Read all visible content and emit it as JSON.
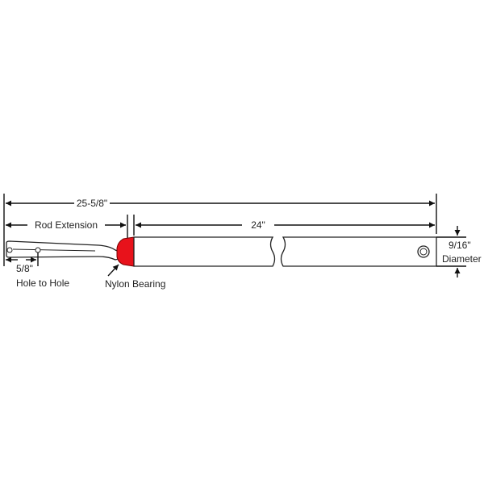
{
  "labels": {
    "overall_length": "25-5/8\"",
    "rod_extension": "Rod Extension",
    "tube_length": "24\"",
    "diameter_value": "9/16\"",
    "diameter_word": "Diameter",
    "hole_spacing": "5/8\"",
    "hole_to_hole": "Hole to Hole",
    "nylon_bearing": "Nylon Bearing"
  },
  "colors": {
    "nylon_bearing": "#e8121b",
    "line": "#111111",
    "background": "#ffffff"
  }
}
